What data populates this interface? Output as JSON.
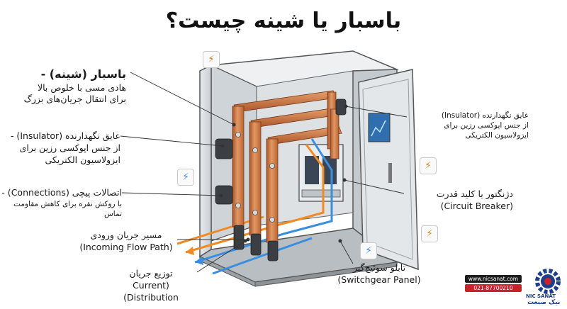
{
  "title": "باسبار یا شینه چیست؟",
  "labels": {
    "busbar": {
      "title": "باسبار (شینه) -",
      "l1": "هادی مسی با خلوص بالا",
      "l2": "برای انتقال جریان‌های بزرگ"
    },
    "insulator_left": {
      "l1": "عایق نگهدارنده (Insulator) -",
      "l2": "از جنس اپوکسی رزین برای",
      "l3": "ایزولاسیون الکتریکی"
    },
    "connections": {
      "l1": "اتصالات پیچی (Connections) -",
      "l2": "با روکش نقره برای کاهش مقاومت تماس"
    },
    "incoming": {
      "l1": "مسیر جریان ورودی",
      "l2": "(Incoming Flow Path)"
    },
    "distribution": {
      "l1": "توزیع جریان",
      "l2": "(Current Distribution)"
    },
    "insulator_right": {
      "l1": "عایق نگهدارنده (Insulator)",
      "l2": "از جنس اپوکسی رزین برای",
      "l3": "ایزولاسیون الکتریکی"
    },
    "breaker": {
      "l1": "دژنگتور یا کلید قدرت",
      "l2": "(Circuit Breaker)"
    },
    "panel": {
      "l1": "تابلو سوئیچ‌گیر",
      "l2": "(Switchgear Panel)"
    }
  },
  "contact": {
    "website": "www.nicsanat.com",
    "phone": "021-87700210"
  },
  "logo": {
    "brand": "NIC SANAT",
    "name": "نیک صنعت"
  },
  "colors": {
    "copper": "#c8713a",
    "flow_orange": "#f08a24",
    "flow_blue": "#3a8ee0",
    "cabinet": "#dfe3e6"
  }
}
